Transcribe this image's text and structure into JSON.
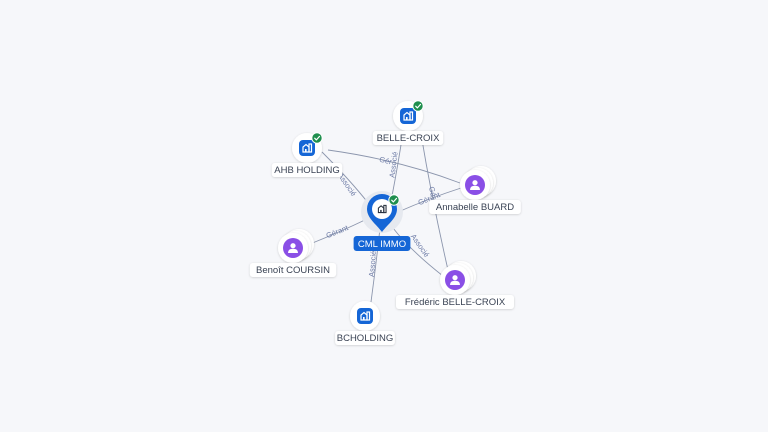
{
  "center": {
    "label": "CML IMMO",
    "verified": true
  },
  "nodes": [
    {
      "id": "belle-croix",
      "label": "BELLE-CROIX",
      "kind": "company",
      "verified": true
    },
    {
      "id": "ahb-holding",
      "label": "AHB HOLDING",
      "kind": "company",
      "verified": true
    },
    {
      "id": "annabelle-buard",
      "label": "Annabelle BUARD",
      "kind": "person",
      "verified": false
    },
    {
      "id": "benoit-coursin",
      "label": "Benoît COURSIN",
      "kind": "person",
      "verified": false
    },
    {
      "id": "frederic-belle-croix",
      "label": "Frédéric BELLE-CROIX",
      "kind": "person",
      "verified": false
    },
    {
      "id": "bcholding",
      "label": "BCHOLDING",
      "kind": "company",
      "verified": false
    }
  ],
  "edges": [
    {
      "from": "belle-croix",
      "to": "center",
      "label": "Associé"
    },
    {
      "from": "ahb-holding",
      "to": "center",
      "label": "Associé"
    },
    {
      "from": "annabelle-buard",
      "to": "center",
      "label": "Gérant"
    },
    {
      "from": "benoit-coursin",
      "to": "center",
      "label": "Gérant"
    },
    {
      "from": "frederic-belle-croix",
      "to": "center",
      "label": "Associé"
    },
    {
      "from": "bcholding",
      "to": "center",
      "label": "Associé"
    },
    {
      "from": "annabelle-buard",
      "to": "ahb-holding",
      "label": "Gér"
    },
    {
      "from": "frederic-belle-croix",
      "to": "belle-croix",
      "label": "Gé"
    }
  ],
  "colors": {
    "company": "#1566d6",
    "person": "#8a4fe6",
    "verified": "#1f8f4e",
    "edge": "#8c96ad",
    "edge_label": "#6d7ba6",
    "center_label_bg": "#1566d6"
  },
  "icons": {
    "company": "building-icon",
    "person": "user-icon",
    "verified": "check-badge-icon"
  }
}
